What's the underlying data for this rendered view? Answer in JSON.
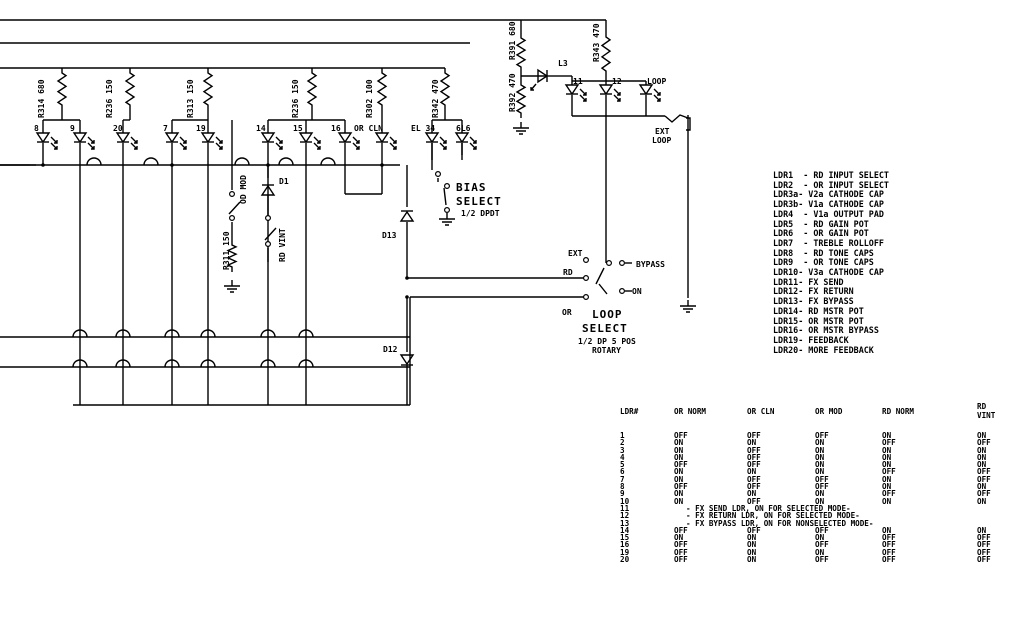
{
  "resistors": [
    {
      "id": "R314",
      "value": "680"
    },
    {
      "id": "R236",
      "value": "150"
    },
    {
      "id": "R313",
      "value": "150"
    },
    {
      "id": "R236",
      "value": "150"
    },
    {
      "id": "R302",
      "value": "100"
    },
    {
      "id": "R342",
      "value": "470"
    },
    {
      "id": "R391",
      "value": "680"
    },
    {
      "id": "R392",
      "value": "470"
    },
    {
      "id": "R343",
      "value": "470"
    },
    {
      "id": "R311",
      "value": "150"
    }
  ],
  "led_labels": [
    "8",
    "9",
    "20",
    "7",
    "19",
    "14",
    "15",
    "16",
    "EL 34",
    "6L6",
    "L3",
    "11",
    "12",
    "LOOP"
  ],
  "switch_labels": {
    "od_mod": "OD MOD",
    "rd_vint": "RD VINT",
    "od_cln": "OR CLN",
    "d1": "D1",
    "d13": "D13",
    "d12": "D12",
    "bias_1": "BIAS",
    "bias_2": "SELECT",
    "bias_3": "1/2 DPDT",
    "ext_loop_1": "EXT",
    "ext_loop_2": "LOOP",
    "ext": "EXT",
    "rd": "RD",
    "or": "OR",
    "bypass": "BYPASS",
    "on": "ON",
    "loop_1": "LOOP",
    "loop_2": "SELECT",
    "loop_3": "1/2 DP 5 POS",
    "loop_4": "ROTARY"
  },
  "legend": [
    "LDR1  - RD INPUT SELECT",
    "LDR2  - OR INPUT SELECT",
    "LDR3a- V2a CATHODE CAP",
    "LDR3b- V1a CATHODE CAP",
    "LDR4  - V1a OUTPUT PAD",
    "LDR5  - RD GAIN POT",
    "LDR6  - OR GAIN POT",
    "LDR7  - TREBLE ROLLOFF",
    "LDR8  - RD TONE CAPS",
    "LDR9  - OR TONE CAPS",
    "LDR10- V3a CATHODE CAP",
    "LDR11- FX SEND",
    "LDR12- FX RETURN",
    "LDR13- FX BYPASS",
    "LDR14- RD MSTR POT",
    "LDR15- OR MSTR POT",
    "LDR16- OR MSTR BYPASS",
    "LDR19- FEEDBACK",
    "LDR20- MORE FEEDBACK"
  ],
  "table": {
    "headers": [
      "LDR#",
      "OR NORM",
      "OR CLN",
      "OR MOD",
      "RD NORM",
      "RD VINT"
    ],
    "rows": [
      [
        "1",
        "OFF",
        "OFF",
        "OFF",
        "ON",
        "ON"
      ],
      [
        "2",
        "ON",
        "ON",
        "ON",
        "OFF",
        "OFF"
      ],
      [
        "3",
        "ON",
        "OFF",
        "ON",
        "ON",
        "ON"
      ],
      [
        "4",
        "ON",
        "OFF",
        "ON",
        "ON",
        "ON"
      ],
      [
        "5",
        "OFF",
        "OFF",
        "ON",
        "ON",
        "ON"
      ],
      [
        "6",
        "ON",
        "ON",
        "ON",
        "OFF",
        "OFF"
      ],
      [
        "7",
        "ON",
        "OFF",
        "OFF",
        "ON",
        "OFF"
      ],
      [
        "8",
        "OFF",
        "OFF",
        "OFF",
        "ON",
        "ON"
      ],
      [
        "9",
        "ON",
        "ON",
        "ON",
        "OFF",
        "OFF"
      ],
      [
        "10",
        "ON",
        "OFF",
        "ON",
        "ON",
        "ON"
      ]
    ],
    "notes": [
      [
        "11",
        "- FX SEND LDR, ON FOR SELECTED MODE-"
      ],
      [
        "12",
        "- FX RETURN LDR, ON FOR SELECTED MODE-"
      ],
      [
        "13",
        "- FX BYPASS LDR, ON FOR NONSELECTED MODE-"
      ]
    ],
    "rows2": [
      [
        "14",
        "OFF",
        "OFF",
        "OFF",
        "ON",
        "ON"
      ],
      [
        "15",
        "ON",
        "ON",
        "ON",
        "OFF",
        "OFF"
      ],
      [
        "16",
        "OFF",
        "ON",
        "OFF",
        "OFF",
        "OFF"
      ],
      [
        "19",
        "OFF",
        "ON",
        "ON",
        "OFF",
        "OFF"
      ],
      [
        "20",
        "OFF",
        "ON",
        "OFF",
        "OFF",
        "OFF"
      ]
    ]
  }
}
